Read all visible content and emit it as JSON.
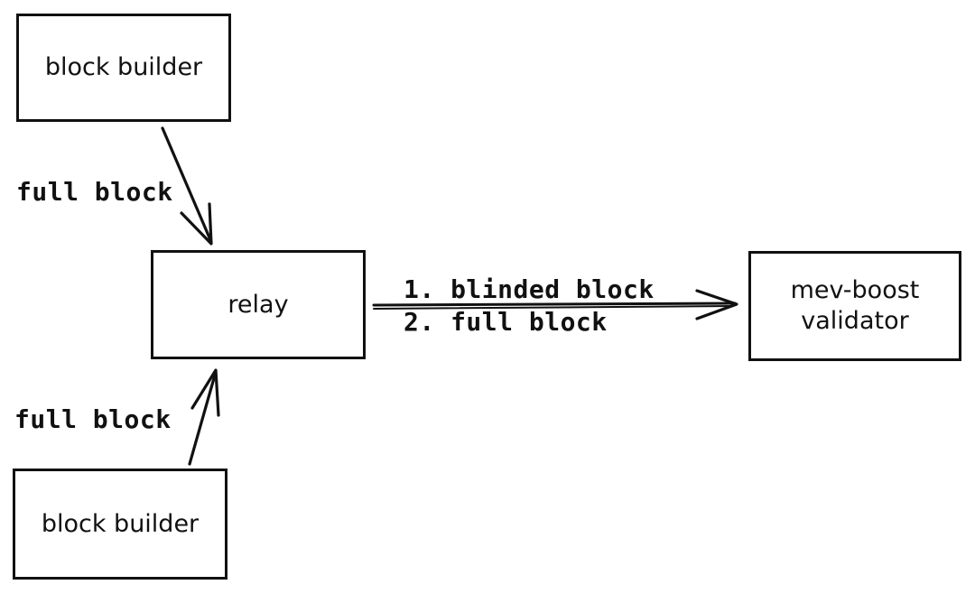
{
  "nodes": {
    "builder_top": "block builder",
    "relay": "relay",
    "validator": [
      "mev-boost",
      "validator"
    ],
    "builder_bottom": "block builder"
  },
  "edges": {
    "builder_top_to_relay": "full block",
    "builder_bottom_to_relay": "full block",
    "relay_to_validator": [
      "1. blinded block",
      "2. full block"
    ]
  },
  "colors": {
    "ink": "#111111",
    "background": "#ffffff"
  }
}
